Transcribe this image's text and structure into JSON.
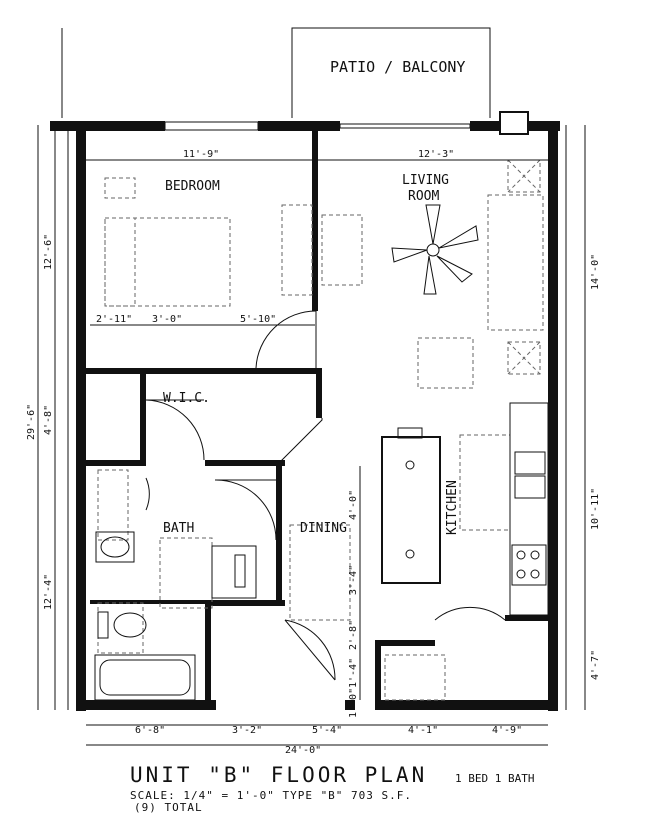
{
  "rooms": {
    "patio": "PATIO / BALCONY",
    "bedroom": "BEDROOM",
    "living_line1": "LIVING",
    "living_line2": "ROOM",
    "wic": "W.I.C.",
    "bath": "BATH",
    "dining": "DINING",
    "kitchen": "KITCHEN"
  },
  "dimensions": {
    "bedroom_width": "11'-9\"",
    "living_width": "12'-3\"",
    "left_top": "12'-6\"",
    "left_mid": "4'-8\"",
    "left_bottom": "12'-4\"",
    "left_total": "29'-6\"",
    "right_top": "14'-0\"",
    "right_mid": "10'-11\"",
    "right_bottom": "4'-7\"",
    "bed_a": "2'-11\"",
    "bed_b": "3'-0\"",
    "bed_c": "5'-10\"",
    "dining_a": "4'-0\"",
    "dining_b": "3'-4\"",
    "dining_c": "2'-8\"",
    "dining_d": "1'-4\"",
    "dining_e": "1'-0\"",
    "bottom_a": "6'-8\"",
    "bottom_b": "3'-2\"",
    "bottom_c": "5'-4\"",
    "bottom_d": "4'-1\"",
    "bottom_e": "4'-9\"",
    "bottom_total": "24'-0\""
  },
  "footer": {
    "title": "UNIT \"B\" FLOOR PLAN",
    "subtitle": "1 BED 1 BATH",
    "scale": "SCALE: 1/4\" = 1'-0\"   TYPE \"B\"   703 S.F.",
    "total": "(9) TOTAL"
  }
}
